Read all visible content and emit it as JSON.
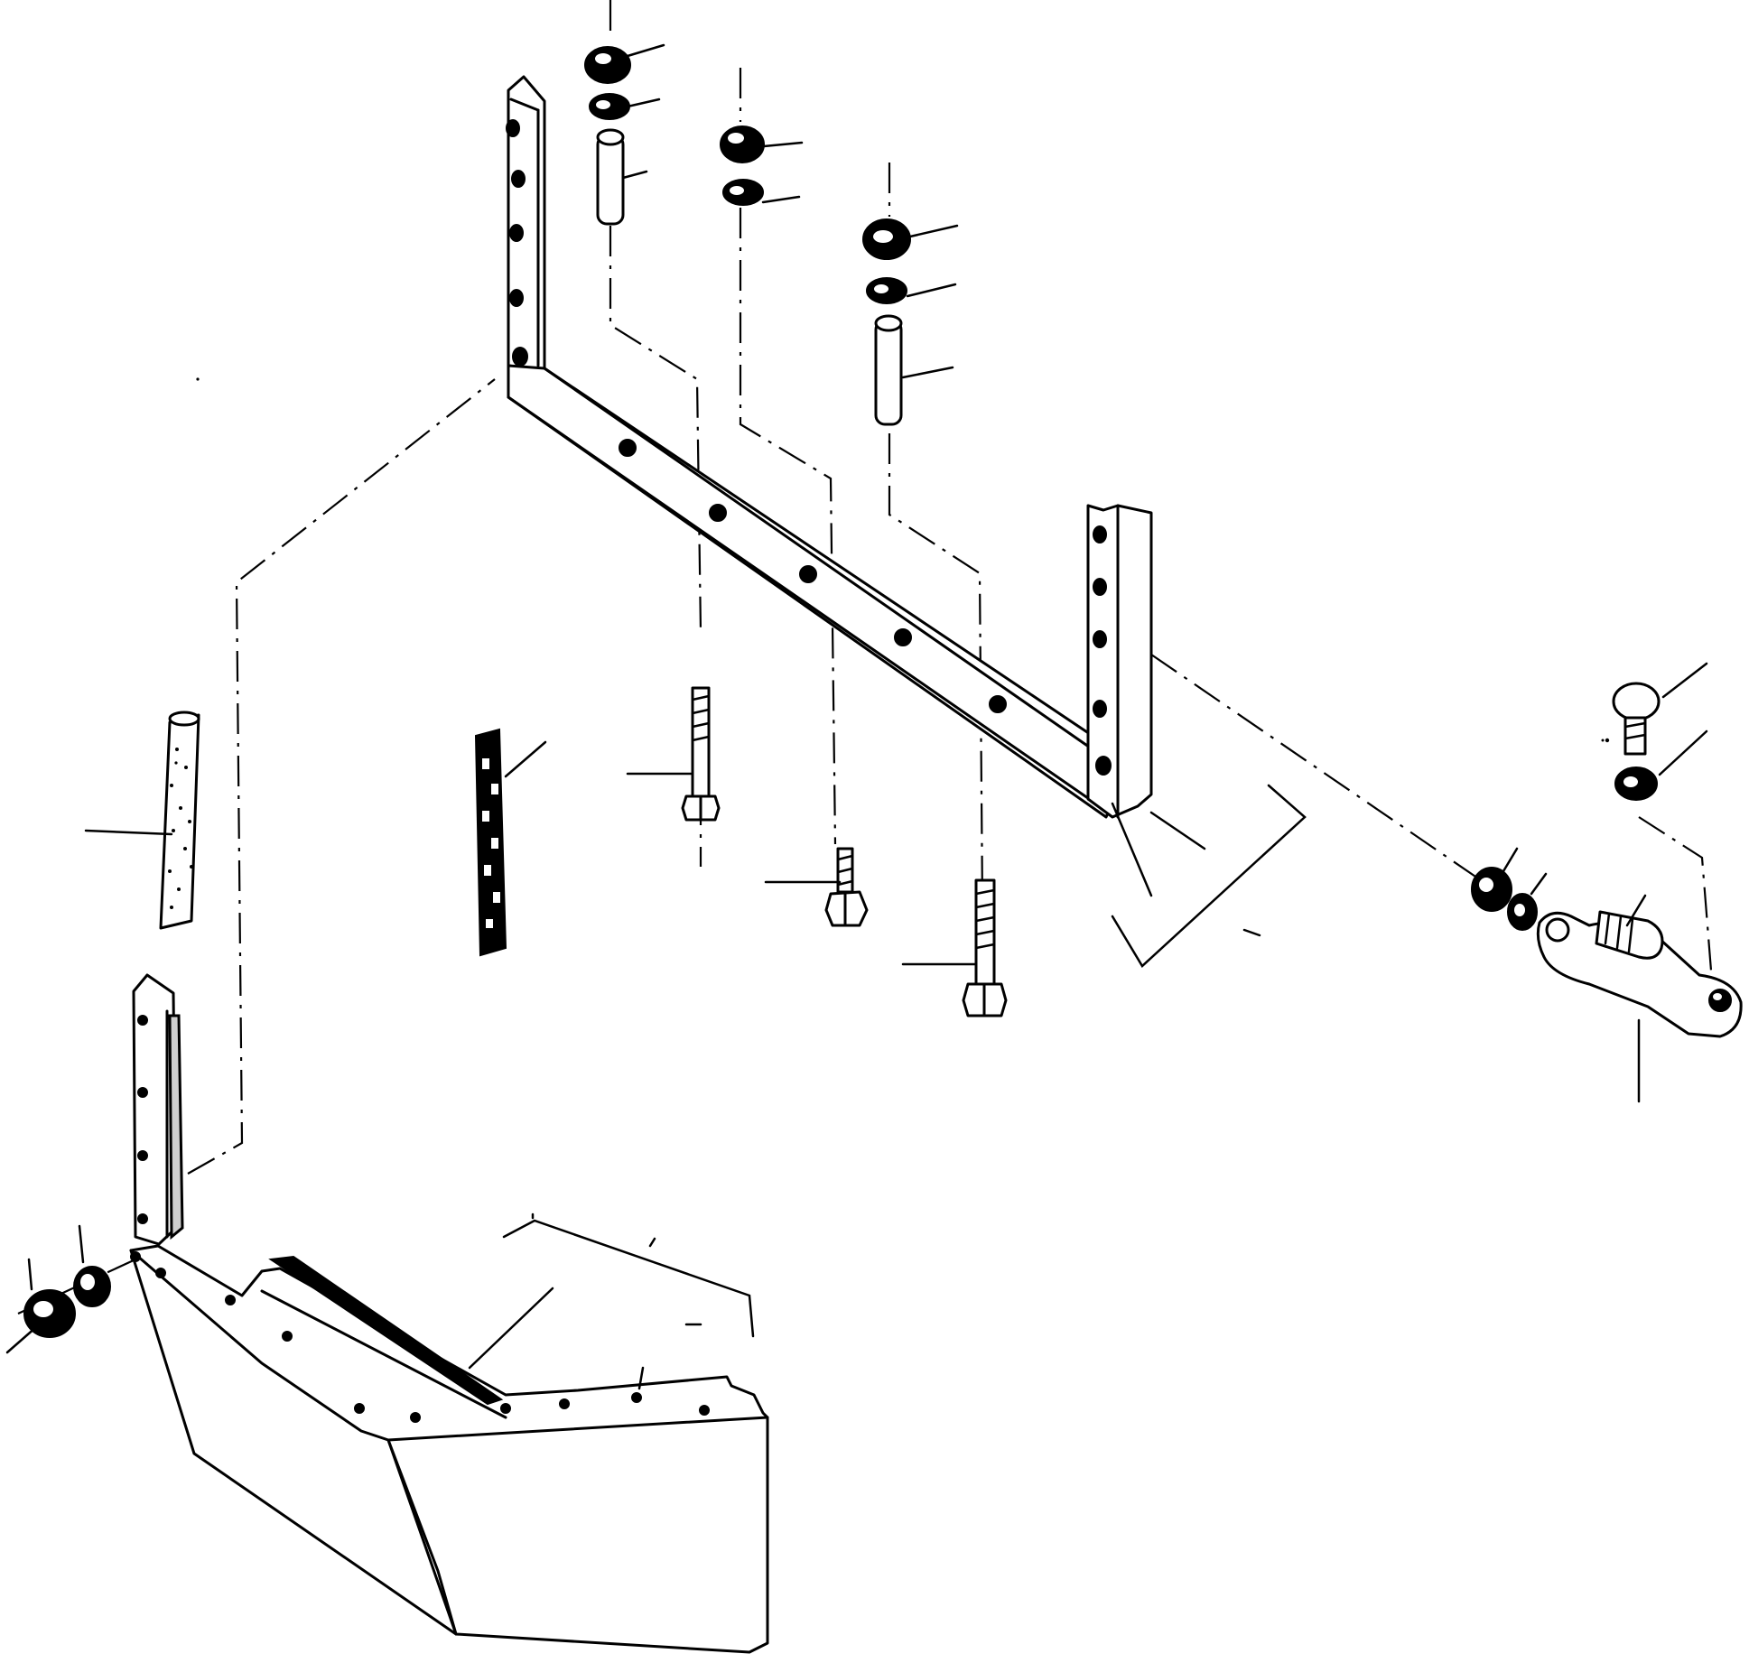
{
  "figure": {
    "kind": "exploded parts diagram",
    "callouts_have_numbers": false,
    "ink_color": "#000000",
    "paper_color": "#ffffff"
  },
  "parts": {
    "count": 22,
    "items": [
      "upper-nut-a",
      "upper-washer-a",
      "upper-spacer-a",
      "upper-nut-b",
      "upper-washer-b",
      "upper-nut-c",
      "upper-washer-c",
      "upper-spacer-c",
      "rear-frame-bracket",
      "side-frame-bracket",
      "reinforcement-bar-left",
      "reinforcement-bar-mid",
      "long-bolt-a",
      "short-bolt-b",
      "long-bolt-c",
      "bumper-weight",
      "corner-nut",
      "corner-washer",
      "hinge-bolt",
      "hinge-washer",
      "hinge-nut",
      "hinge-washer-2",
      "hinge-bracket"
    ]
  }
}
